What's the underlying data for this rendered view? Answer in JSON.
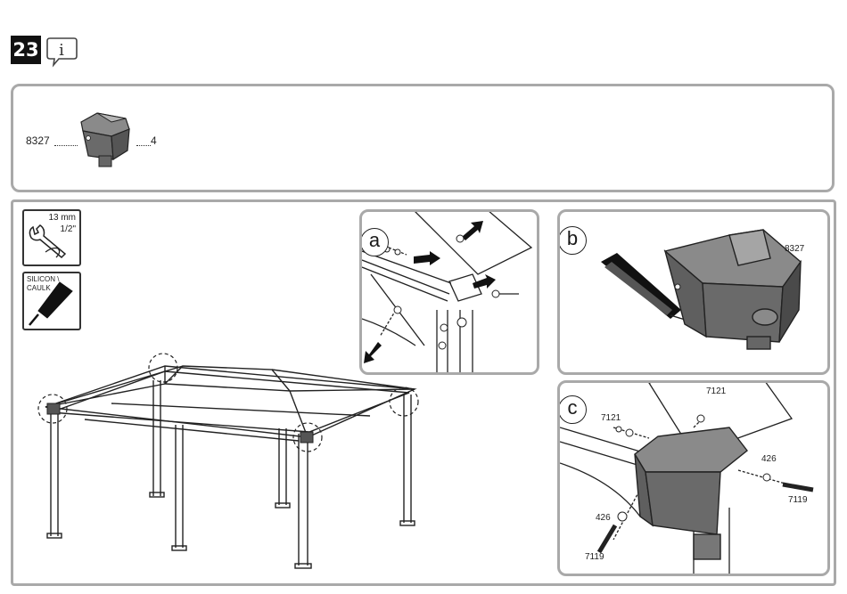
{
  "step": {
    "number": "23",
    "info_icon": "info-speech-icon"
  },
  "parts": {
    "part_number": "8327",
    "quantity": "4",
    "icon": "corner-bracket-icon"
  },
  "tools": {
    "wrench_metric": "13 mm",
    "wrench_imperial": "1/2\"",
    "wrench_icon": "wrench-icon",
    "caulk_label_line1": "SILICON \\",
    "caulk_label_line2": "CAULK",
    "caulk_icon": "caulk-tube-icon"
  },
  "details": {
    "a": {
      "label": "a"
    },
    "b": {
      "label": "b",
      "part": "8327"
    },
    "c": {
      "label": "c",
      "washer_top": "7121",
      "washer_left": "7121",
      "washer_right": "426",
      "bolt_right": "7119",
      "washer_bottom": "426",
      "bolt_bottom": "7119"
    }
  },
  "colors": {
    "border": "#a9a9a9",
    "line": "#222222",
    "part_fill": "#6f6f6f"
  }
}
